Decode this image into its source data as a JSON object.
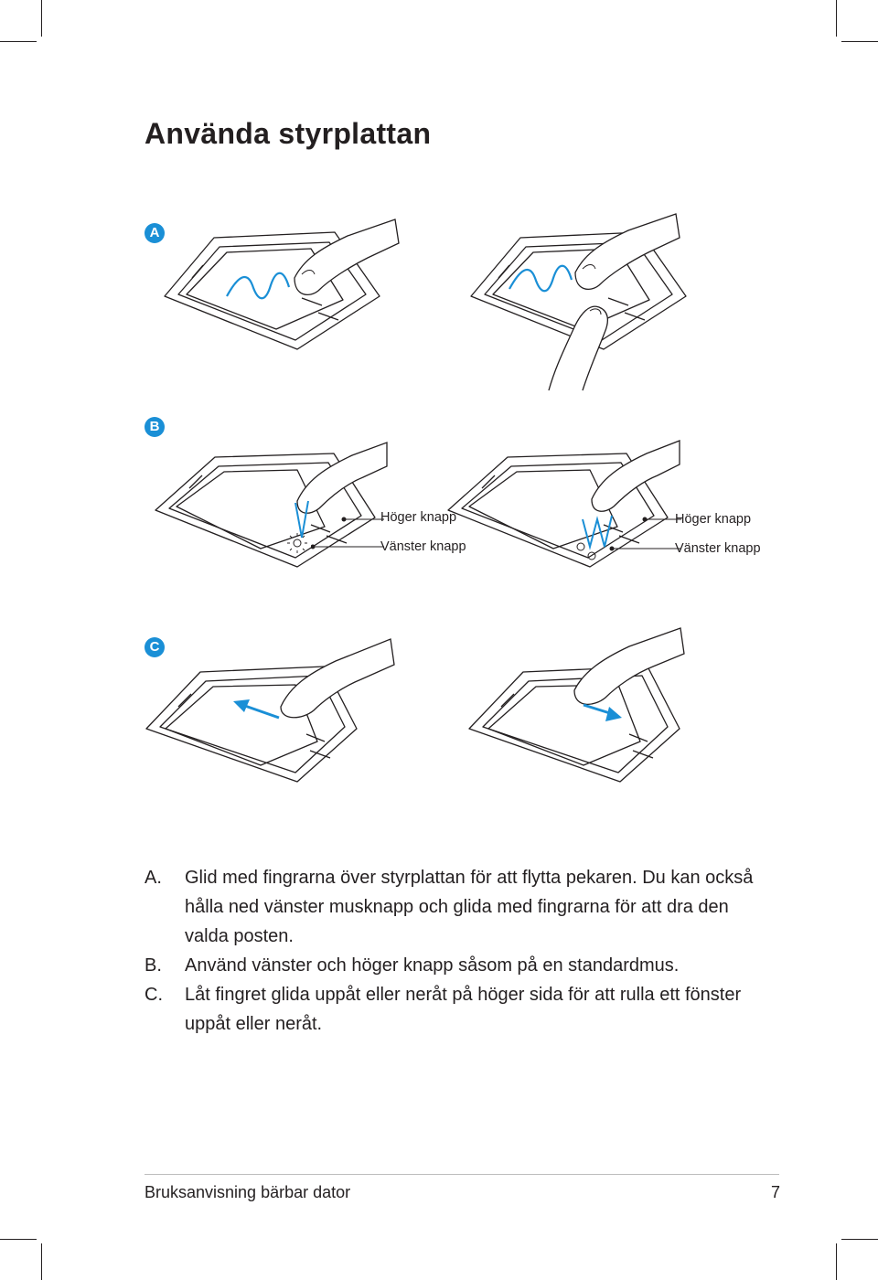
{
  "page": {
    "title": "Använda styrplattan",
    "footer": {
      "manual": "Bruksanvisning bärbar dator",
      "page_number": "7"
    }
  },
  "figures": {
    "a": {
      "label": "A"
    },
    "b": {
      "label": "B",
      "right_button": "Höger knapp",
      "left_button": "Vänster knapp"
    },
    "c": {
      "label": "C"
    }
  },
  "instructions": [
    {
      "label": "A.",
      "text": "Glid med fingrarna över styrplattan för att flytta pekaren. Du kan också hålla ned vänster musknapp och glida med fingrarna för att dra den valda posten."
    },
    {
      "label": "B.",
      "text": "Använd vänster och höger knapp såsom på en standardmus."
    },
    {
      "label": "C.",
      "text": "Låt fingret glida uppåt eller neråt på höger sida för att rulla ett fönster uppåt eller neråt."
    }
  ],
  "colors": {
    "accent": "#1a8fd6",
    "line": "#231f20"
  }
}
